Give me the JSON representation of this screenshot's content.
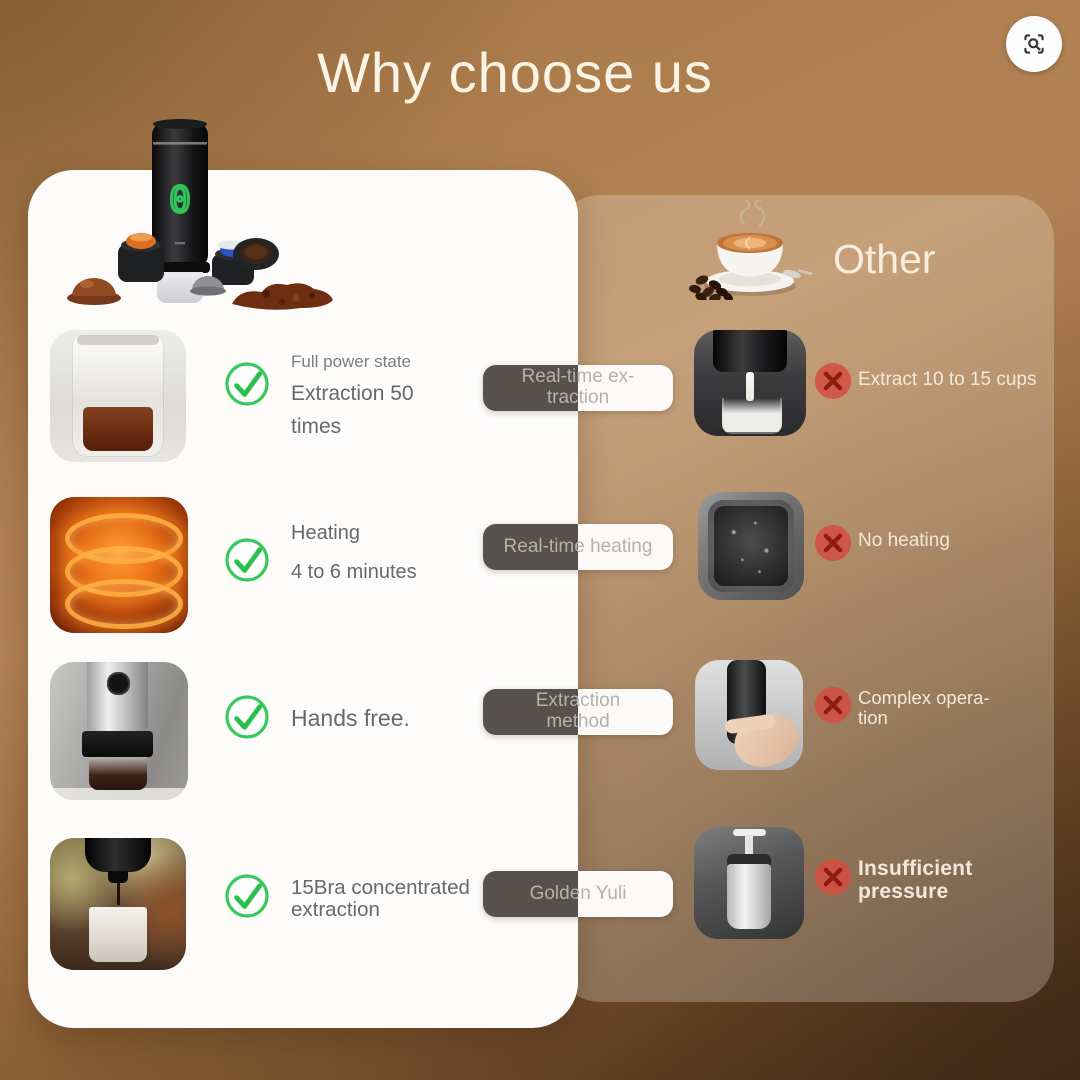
{
  "title": "Why choose us",
  "icons": {
    "image_search": "image-search-lens",
    "check": "green-check-circle",
    "cross": "red-cross-circle",
    "other_header": "coffee-cup-with-beans"
  },
  "colors": {
    "check_green": "#2fc457",
    "cross_red": "#d34f43",
    "background_brown": "#a87a4a",
    "panel_white": "#fdfcfb",
    "pill_dark": "#56514c",
    "title_cream": "#fbf3e3"
  },
  "ours": {
    "row1": {
      "subtitle": "Full power state",
      "line1": "Extraction 50",
      "line2": "times"
    },
    "row2": {
      "line1": "Heating",
      "line2": "4 to 6 minutes"
    },
    "row3": {
      "line1": "Hands free."
    },
    "row4": {
      "line1": "15Bra concentrated",
      "line2": "extraction"
    }
  },
  "pills": {
    "row1": {
      "line1": "Real-time ex-",
      "line2": "traction"
    },
    "row2": {
      "line1": "Real-time heating"
    },
    "row3": {
      "line1": "Extraction",
      "line2": "method"
    },
    "row4": {
      "line1": "Golden Yuli"
    }
  },
  "other": {
    "header": "Other",
    "row1": {
      "line1": "Extract 10 to 15 cups"
    },
    "row2": {
      "line1": "No heating"
    },
    "row3": {
      "line1": "Complex opera-",
      "line2": "tion"
    },
    "row4": {
      "line1": "Insufficient",
      "line2": "pressure"
    }
  }
}
